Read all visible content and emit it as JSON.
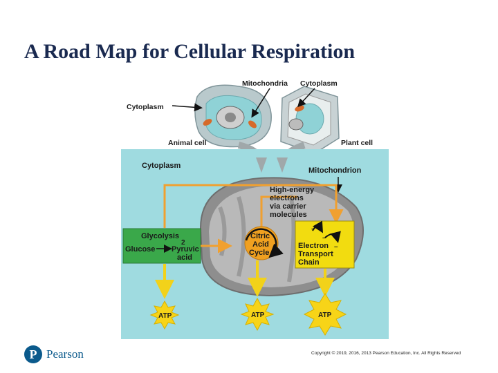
{
  "slide": {
    "title": "A Road Map for Cellular Respiration",
    "copyright": "Copyright © 2019, 2016, 2013 Pearson Education, Inc. All Rights Reserved",
    "publisher": "Pearson"
  },
  "diagram": {
    "top_labels": {
      "mitochondria": "Mitochondria",
      "cytoplasm_top": "Cytoplasm",
      "cytoplasm_left": "Cytoplasm",
      "animal_cell": "Animal cell",
      "plant_cell": "Plant cell"
    },
    "panel": {
      "cytoplasm": "Cytoplasm",
      "mitochondrion": "Mitochondrion",
      "high_energy": [
        "High-energy",
        "electrons",
        "via carrier",
        "molecules"
      ],
      "glycolysis": "Glycolysis",
      "two": "2",
      "glucose": "Glucose",
      "pyruvic": [
        "Pyruvic",
        "acid"
      ],
      "citric_cycle": [
        "Citric",
        "Acid",
        "Cycle"
      ],
      "etc": [
        "Electron",
        "Transport",
        "Chain"
      ],
      "minus": "–",
      "atp": "ATP"
    }
  },
  "colors": {
    "panel_bg": "#9fdbe0",
    "glycolysis_box": "#3aa84a",
    "citric_circle": "#f0a020",
    "etc_box": "#f2dc10",
    "atp": "#f7d418",
    "arrow_orange": "#f0a030",
    "arrow_yellow": "#f2d21a",
    "mito_gray": "#8e8e8e"
  }
}
